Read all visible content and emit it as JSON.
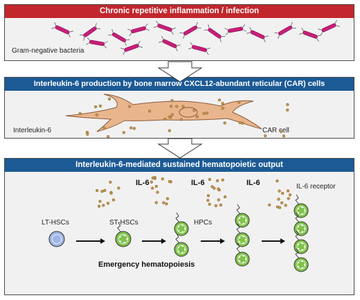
{
  "panels": [
    {
      "header": "Chronic repetitive inflammation / infection",
      "color": "#c1272d"
    },
    {
      "header": "Interleukin-6 production by bone marrow CXCL12-abundant reticular (CAR) cells",
      "color": "#1c5a95"
    },
    {
      "header": "Interleukin-6-mediated sustained hematopoietic output",
      "color": "#1c5a95"
    }
  ],
  "labels": {
    "bacteria": "Gram-negative bacteria",
    "interleukin6": "Interleukin-6",
    "car_cell": "CAR cell",
    "lt_hscs": "LT-HSCs",
    "st_hscs": "ST-HSCs",
    "hpcs": "HPCs",
    "il6_1": "IL-6",
    "il6_2": "IL-6",
    "il6_3": "IL-6",
    "il6_receptor": "IL-6 receptor",
    "emergency": "Emergency hematopoiesis"
  },
  "colors": {
    "bacteria": "#c81e7a",
    "car_cell": "#e9b58d",
    "dot": "#c7974f",
    "lt_hsc": "#9fb5e6",
    "green_cell": "#7fc24a",
    "arrow_fill": "#ffffff"
  }
}
